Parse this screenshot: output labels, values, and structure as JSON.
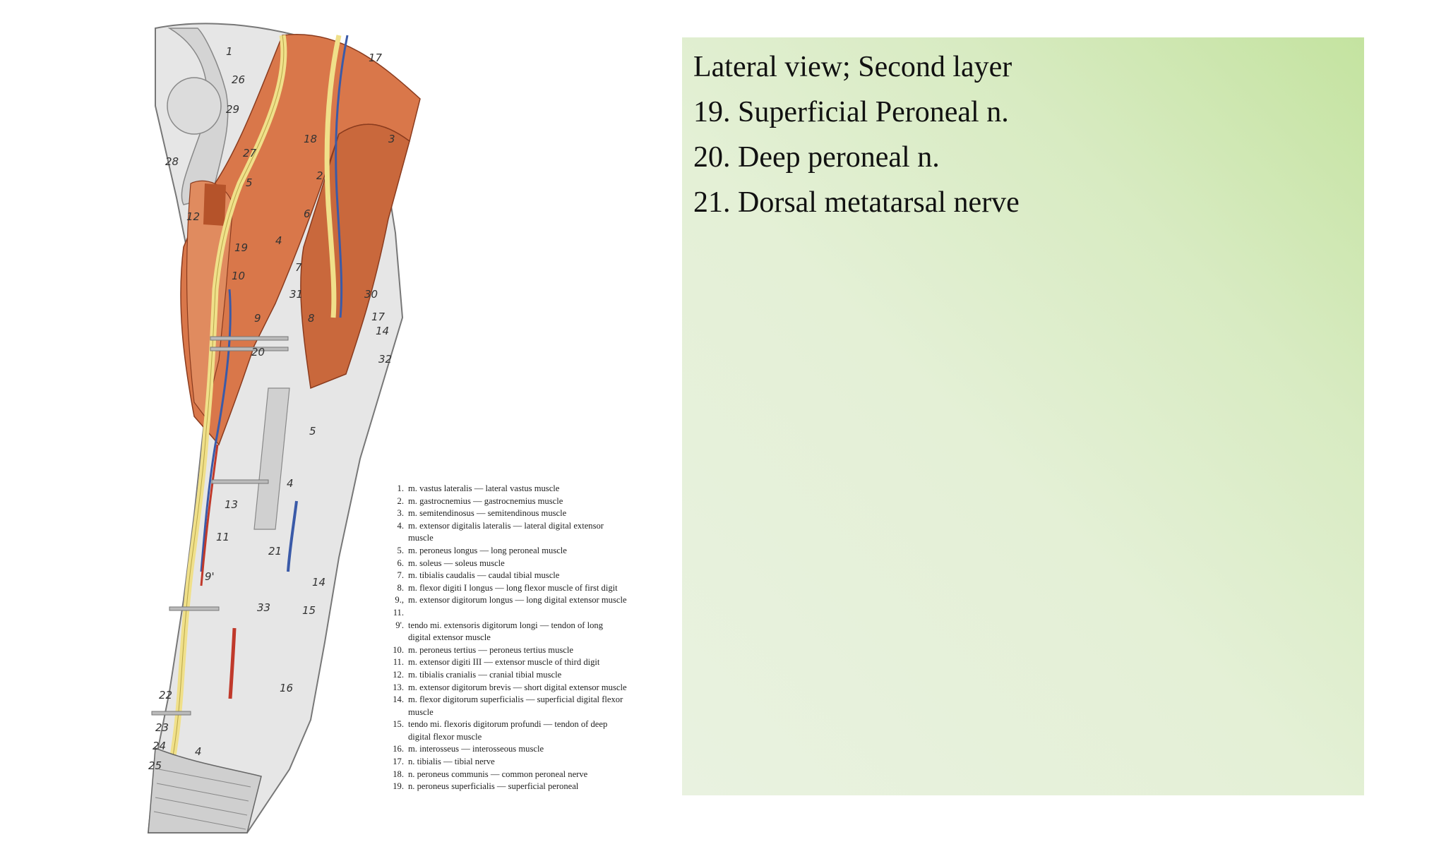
{
  "panel": {
    "lines": [
      "Lateral view; Second layer",
      "19. Superficial Peroneal n.",
      "20. Deep peroneal n.",
      "21. Dorsal metatarsal nerve"
    ],
    "colors": {
      "gradient_top": "#c4e3a0",
      "gradient_bottom": "#e9f2e0"
    }
  },
  "figure": {
    "labels": [
      "1",
      "26",
      "29",
      "17",
      "28",
      "27",
      "18",
      "3",
      "5",
      "2",
      "12",
      "6",
      "19",
      "4",
      "10",
      "7",
      "31",
      "30",
      "9",
      "8",
      "17",
      "14",
      "20",
      "32",
      "5",
      "4",
      "13",
      "11",
      "21",
      "9'",
      "14",
      "33",
      "15",
      "16",
      "22",
      "23",
      "24",
      "4",
      "25"
    ],
    "colors": {
      "muscle": "#d9774a",
      "bone": "#e4e4e4",
      "nerve": "#f0e08a",
      "vein": "#3a5aa8",
      "artery": "#c0392b"
    }
  },
  "legend": [
    {
      "num": "1.",
      "text": "m. vastus lateralis — lateral vastus muscle"
    },
    {
      "num": "2.",
      "text": "m. gastrocnemius — gastrocnemius muscle"
    },
    {
      "num": "3.",
      "text": "m. semitendinosus — semitendinous muscle"
    },
    {
      "num": "4.",
      "text": "m. extensor digitalis lateralis — lateral digital extensor muscle"
    },
    {
      "num": "5.",
      "text": "m. peroneus longus — long peroneal muscle"
    },
    {
      "num": "6.",
      "text": "m. soleus — soleus muscle"
    },
    {
      "num": "7.",
      "text": "m. tibialis caudalis — caudal tibial muscle"
    },
    {
      "num": "8.",
      "text": "m. flexor digiti I longus — long flexor muscle of first digit"
    },
    {
      "num": "9., 11.",
      "text": "m. extensor digitorum longus — long digital extensor muscle"
    },
    {
      "num": "9'.",
      "text": "tendo mi. extensoris digitorum longi — tendon of long digital extensor muscle"
    },
    {
      "num": "10.",
      "text": "m. peroneus tertius — peroneus tertius muscle"
    },
    {
      "num": "11.",
      "text": "m. extensor digiti III — extensor muscle of third digit"
    },
    {
      "num": "12.",
      "text": "m. tibialis cranialis — cranial tibial muscle"
    },
    {
      "num": "13.",
      "text": "m. extensor digitorum brevis — short digital extensor muscle"
    },
    {
      "num": "14.",
      "text": "m. flexor digitorum superficialis — superficial digital flexor muscle"
    },
    {
      "num": "15.",
      "text": "tendo mi. flexoris digitorum profundi — tendon of deep digital flexor muscle"
    },
    {
      "num": "16.",
      "text": "m. interosseus — interosseous muscle"
    },
    {
      "num": "17.",
      "text": "n. tibialis — tibial nerve"
    },
    {
      "num": "18.",
      "text": "n. peroneus communis — common peroneal nerve"
    },
    {
      "num": "19.",
      "text": "n. peroneus superficialis — superficial peroneal"
    }
  ]
}
